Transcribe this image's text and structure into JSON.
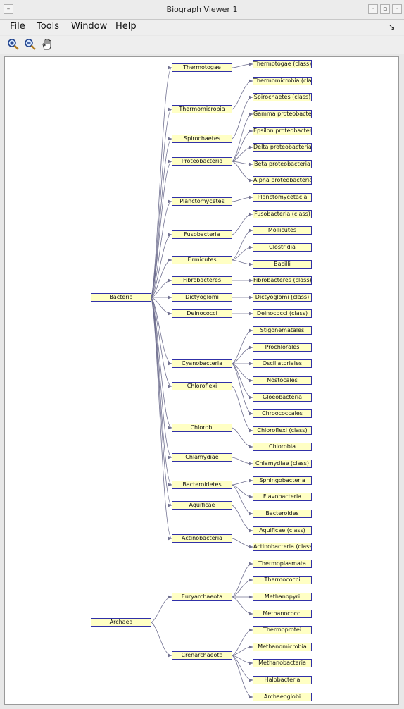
{
  "window": {
    "title": "Biograph Viewer 1"
  },
  "menu": [
    {
      "id": "file",
      "mnemonic": "F",
      "rest": "ile"
    },
    {
      "id": "tools",
      "mnemonic": "T",
      "rest": "ools"
    },
    {
      "id": "window",
      "mnemonic": "W",
      "rest": "indow"
    },
    {
      "id": "help",
      "mnemonic": "H",
      "rest": "elp"
    }
  ],
  "toolbar": {
    "tools": [
      {
        "id": "zoom-in",
        "icon": "zoom-in-icon"
      },
      {
        "id": "zoom-out",
        "icon": "zoom-out-icon"
      },
      {
        "id": "pan",
        "icon": "hand-pan-icon"
      }
    ]
  },
  "graph": {
    "node_fill": "#ffffc4",
    "node_border": "#3030a8",
    "edge_color": "#707090",
    "nodes": [
      "Bacteria",
      "Archaea",
      "Thermotogae",
      "Thermomicrobia",
      "Spirochaetes",
      "Proteobacteria",
      "Planctomycetes",
      "Fusobacteria",
      "Firmicutes",
      "Fibrobacteres",
      "Dictyoglomi",
      "Deinococci",
      "Cyanobacteria",
      "Chloroflexi",
      "Chlorobi",
      "Chlamydiae",
      "Bacteroidetes",
      "Aquificae",
      "Actinobacteria",
      "Euryarchaeota",
      "Crenarchaeota",
      "Thermotogae (class)",
      "Thermomicrobia (class)",
      "Spirochaetes (class)",
      "Gamma proteobacteria",
      "Epsilon proteobacteria",
      "Delta proteobacteria",
      "Beta proteobacteria",
      "Alpha proteobacteria",
      "Planctomycetacia",
      "Fusobacteria (class)",
      "Mollicutes",
      "Clostridia",
      "Bacilli",
      "Fibrobacteres (class)",
      "Dictyoglomi (class)",
      "Deinococci (class)",
      "Stigonematales",
      "Prochlorales",
      "Oscillatoriales",
      "Nostocales",
      "Gloeobacteria",
      "Chroococcales",
      "Chloroflexi (class)",
      "Chlorobia",
      "Chlamydiae (class)",
      "Sphingobacteria",
      "Flavobacteria",
      "Bacteroides",
      "Aquificae (class)",
      "Actinobacteria (class)",
      "Thermoplasmata",
      "Thermococci",
      "Methanopyri",
      "Methanococci",
      "Thermoprotei",
      "Methanomicrobia",
      "Methanobacteria",
      "Halobacteria",
      "Archaeoglobi"
    ],
    "edges": [
      [
        "Bacteria",
        "Thermotogae"
      ],
      [
        "Bacteria",
        "Thermomicrobia"
      ],
      [
        "Bacteria",
        "Spirochaetes"
      ],
      [
        "Bacteria",
        "Proteobacteria"
      ],
      [
        "Bacteria",
        "Planctomycetes"
      ],
      [
        "Bacteria",
        "Fusobacteria"
      ],
      [
        "Bacteria",
        "Firmicutes"
      ],
      [
        "Bacteria",
        "Fibrobacteres"
      ],
      [
        "Bacteria",
        "Dictyoglomi"
      ],
      [
        "Bacteria",
        "Deinococci"
      ],
      [
        "Bacteria",
        "Cyanobacteria"
      ],
      [
        "Bacteria",
        "Chloroflexi"
      ],
      [
        "Bacteria",
        "Chlorobi"
      ],
      [
        "Bacteria",
        "Chlamydiae"
      ],
      [
        "Bacteria",
        "Bacteroidetes"
      ],
      [
        "Bacteria",
        "Aquificae"
      ],
      [
        "Bacteria",
        "Actinobacteria"
      ],
      [
        "Archaea",
        "Euryarchaeota"
      ],
      [
        "Archaea",
        "Crenarchaeota"
      ],
      [
        "Thermotogae",
        "Thermotogae (class)"
      ],
      [
        "Thermomicrobia",
        "Thermomicrobia (class)"
      ],
      [
        "Spirochaetes",
        "Spirochaetes (class)"
      ],
      [
        "Proteobacteria",
        "Gamma proteobacteria"
      ],
      [
        "Proteobacteria",
        "Epsilon proteobacteria"
      ],
      [
        "Proteobacteria",
        "Delta proteobacteria"
      ],
      [
        "Proteobacteria",
        "Beta proteobacteria"
      ],
      [
        "Proteobacteria",
        "Alpha proteobacteria"
      ],
      [
        "Planctomycetes",
        "Planctomycetacia"
      ],
      [
        "Fusobacteria",
        "Fusobacteria (class)"
      ],
      [
        "Firmicutes",
        "Mollicutes"
      ],
      [
        "Firmicutes",
        "Clostridia"
      ],
      [
        "Firmicutes",
        "Bacilli"
      ],
      [
        "Fibrobacteres",
        "Fibrobacteres (class)"
      ],
      [
        "Dictyoglomi",
        "Dictyoglomi (class)"
      ],
      [
        "Deinococci",
        "Deinococci (class)"
      ],
      [
        "Cyanobacteria",
        "Stigonematales"
      ],
      [
        "Cyanobacteria",
        "Prochlorales"
      ],
      [
        "Cyanobacteria",
        "Oscillatoriales"
      ],
      [
        "Cyanobacteria",
        "Nostocales"
      ],
      [
        "Cyanobacteria",
        "Gloeobacteria"
      ],
      [
        "Cyanobacteria",
        "Chroococcales"
      ],
      [
        "Chloroflexi",
        "Chloroflexi (class)"
      ],
      [
        "Chlorobi",
        "Chlorobia"
      ],
      [
        "Chlamydiae",
        "Chlamydiae (class)"
      ],
      [
        "Bacteroidetes",
        "Sphingobacteria"
      ],
      [
        "Bacteroidetes",
        "Flavobacteria"
      ],
      [
        "Bacteroidetes",
        "Bacteroides"
      ],
      [
        "Aquificae",
        "Aquificae (class)"
      ],
      [
        "Actinobacteria",
        "Actinobacteria (class)"
      ],
      [
        "Euryarchaeota",
        "Thermoplasmata"
      ],
      [
        "Euryarchaeota",
        "Thermococci"
      ],
      [
        "Euryarchaeota",
        "Methanopyri"
      ],
      [
        "Euryarchaeota",
        "Methanococci"
      ],
      [
        "Crenarchaeota",
        "Thermoprotei"
      ],
      [
        "Crenarchaeota",
        "Methanomicrobia"
      ],
      [
        "Crenarchaeota",
        "Methanobacteria"
      ],
      [
        "Crenarchaeota",
        "Halobacteria"
      ],
      [
        "Crenarchaeota",
        "Archaeoglobi"
      ]
    ]
  }
}
